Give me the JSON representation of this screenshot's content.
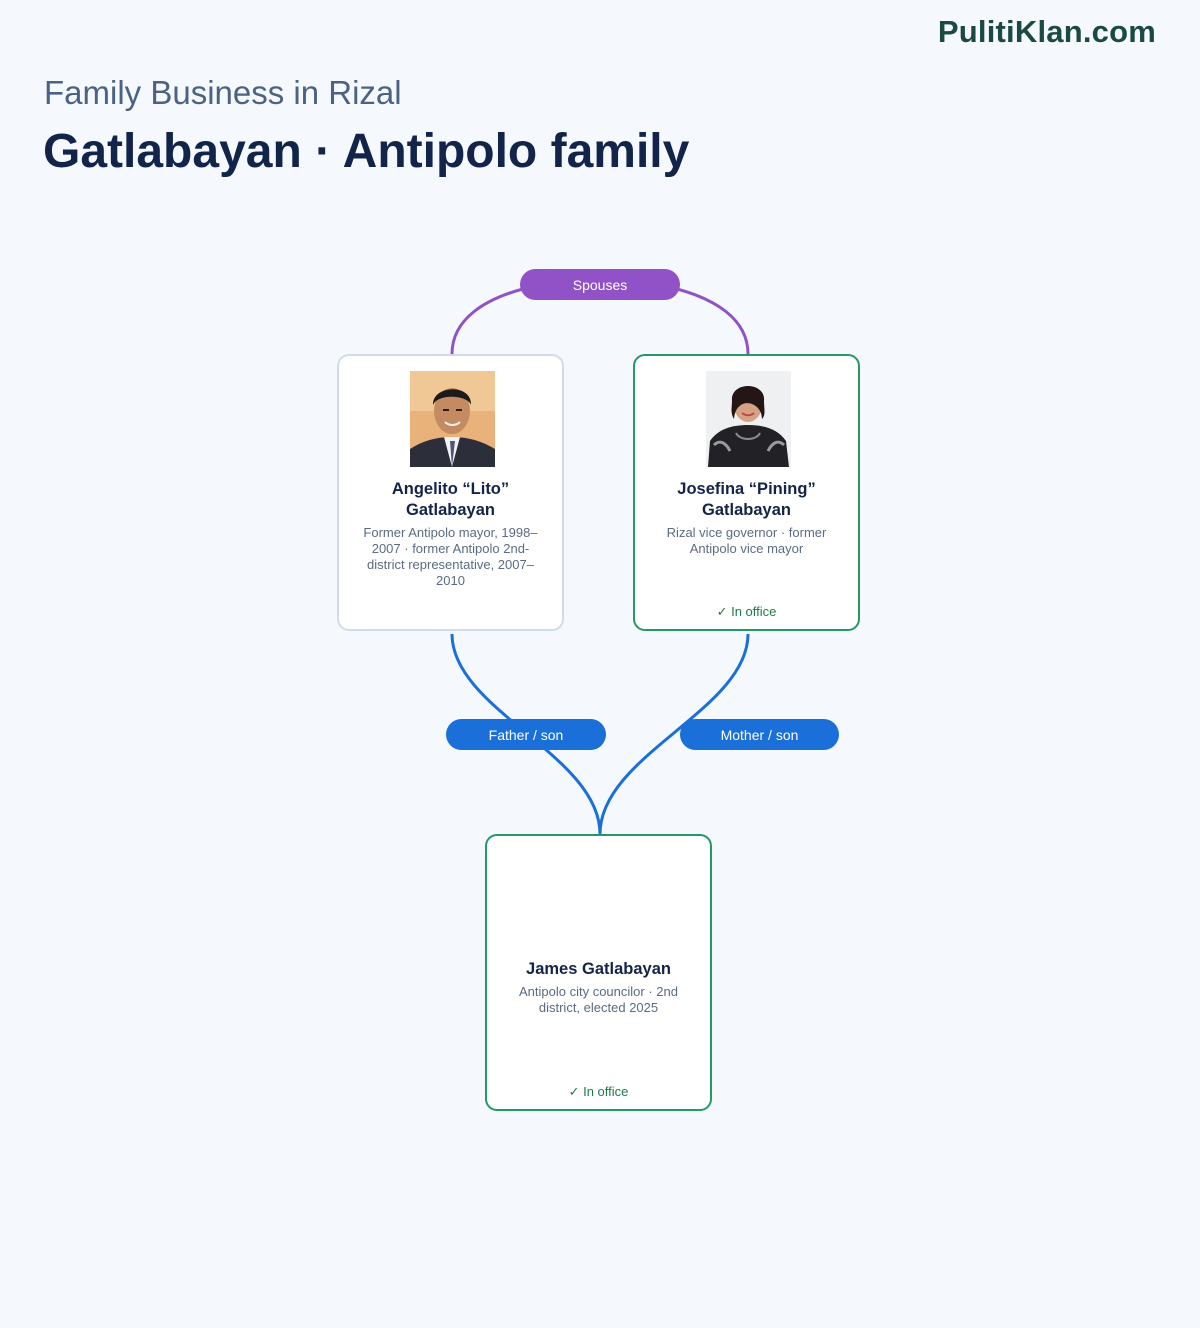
{
  "header": {
    "brand": "PulitiKlan.com",
    "subtitle": "Family Business in Rizal",
    "title": "Gatlabayan · Antipolo family"
  },
  "relations": {
    "spouses": "Spouses",
    "father_son": "Father / son",
    "mother_son": "Mother / son"
  },
  "people": {
    "lito": {
      "name": "Angelito “Lito” Gatlabayan",
      "description": "Former Antipolo mayor, 1998–2007 · former Antipolo 2nd-district representative, 2007–2010"
    },
    "pining": {
      "name": "Josefina “Pining” Gatlabayan",
      "description": "Rizal vice governor · former Antipolo vice mayor",
      "status": "✓ In office"
    },
    "james": {
      "name": "James Gatlabayan",
      "description": "Antipolo city councilor · 2nd district, elected 2025",
      "status": "✓ In office"
    }
  },
  "colors": {
    "spouse_link": "#9152c8",
    "parent_link": "#1b6fd9",
    "in_office_border": "#269863",
    "former_border": "#d2dce8"
  }
}
